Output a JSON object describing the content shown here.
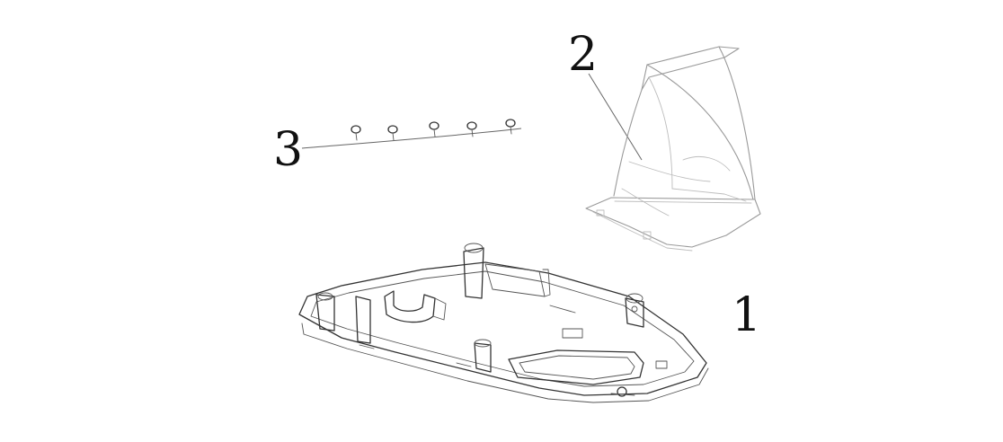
{
  "callouts": {
    "part1": "1",
    "part2": "2",
    "part3": "3"
  },
  "colors": {
    "background": "#ffffff",
    "line": "#333333",
    "light_line": "#9a9a9a"
  }
}
